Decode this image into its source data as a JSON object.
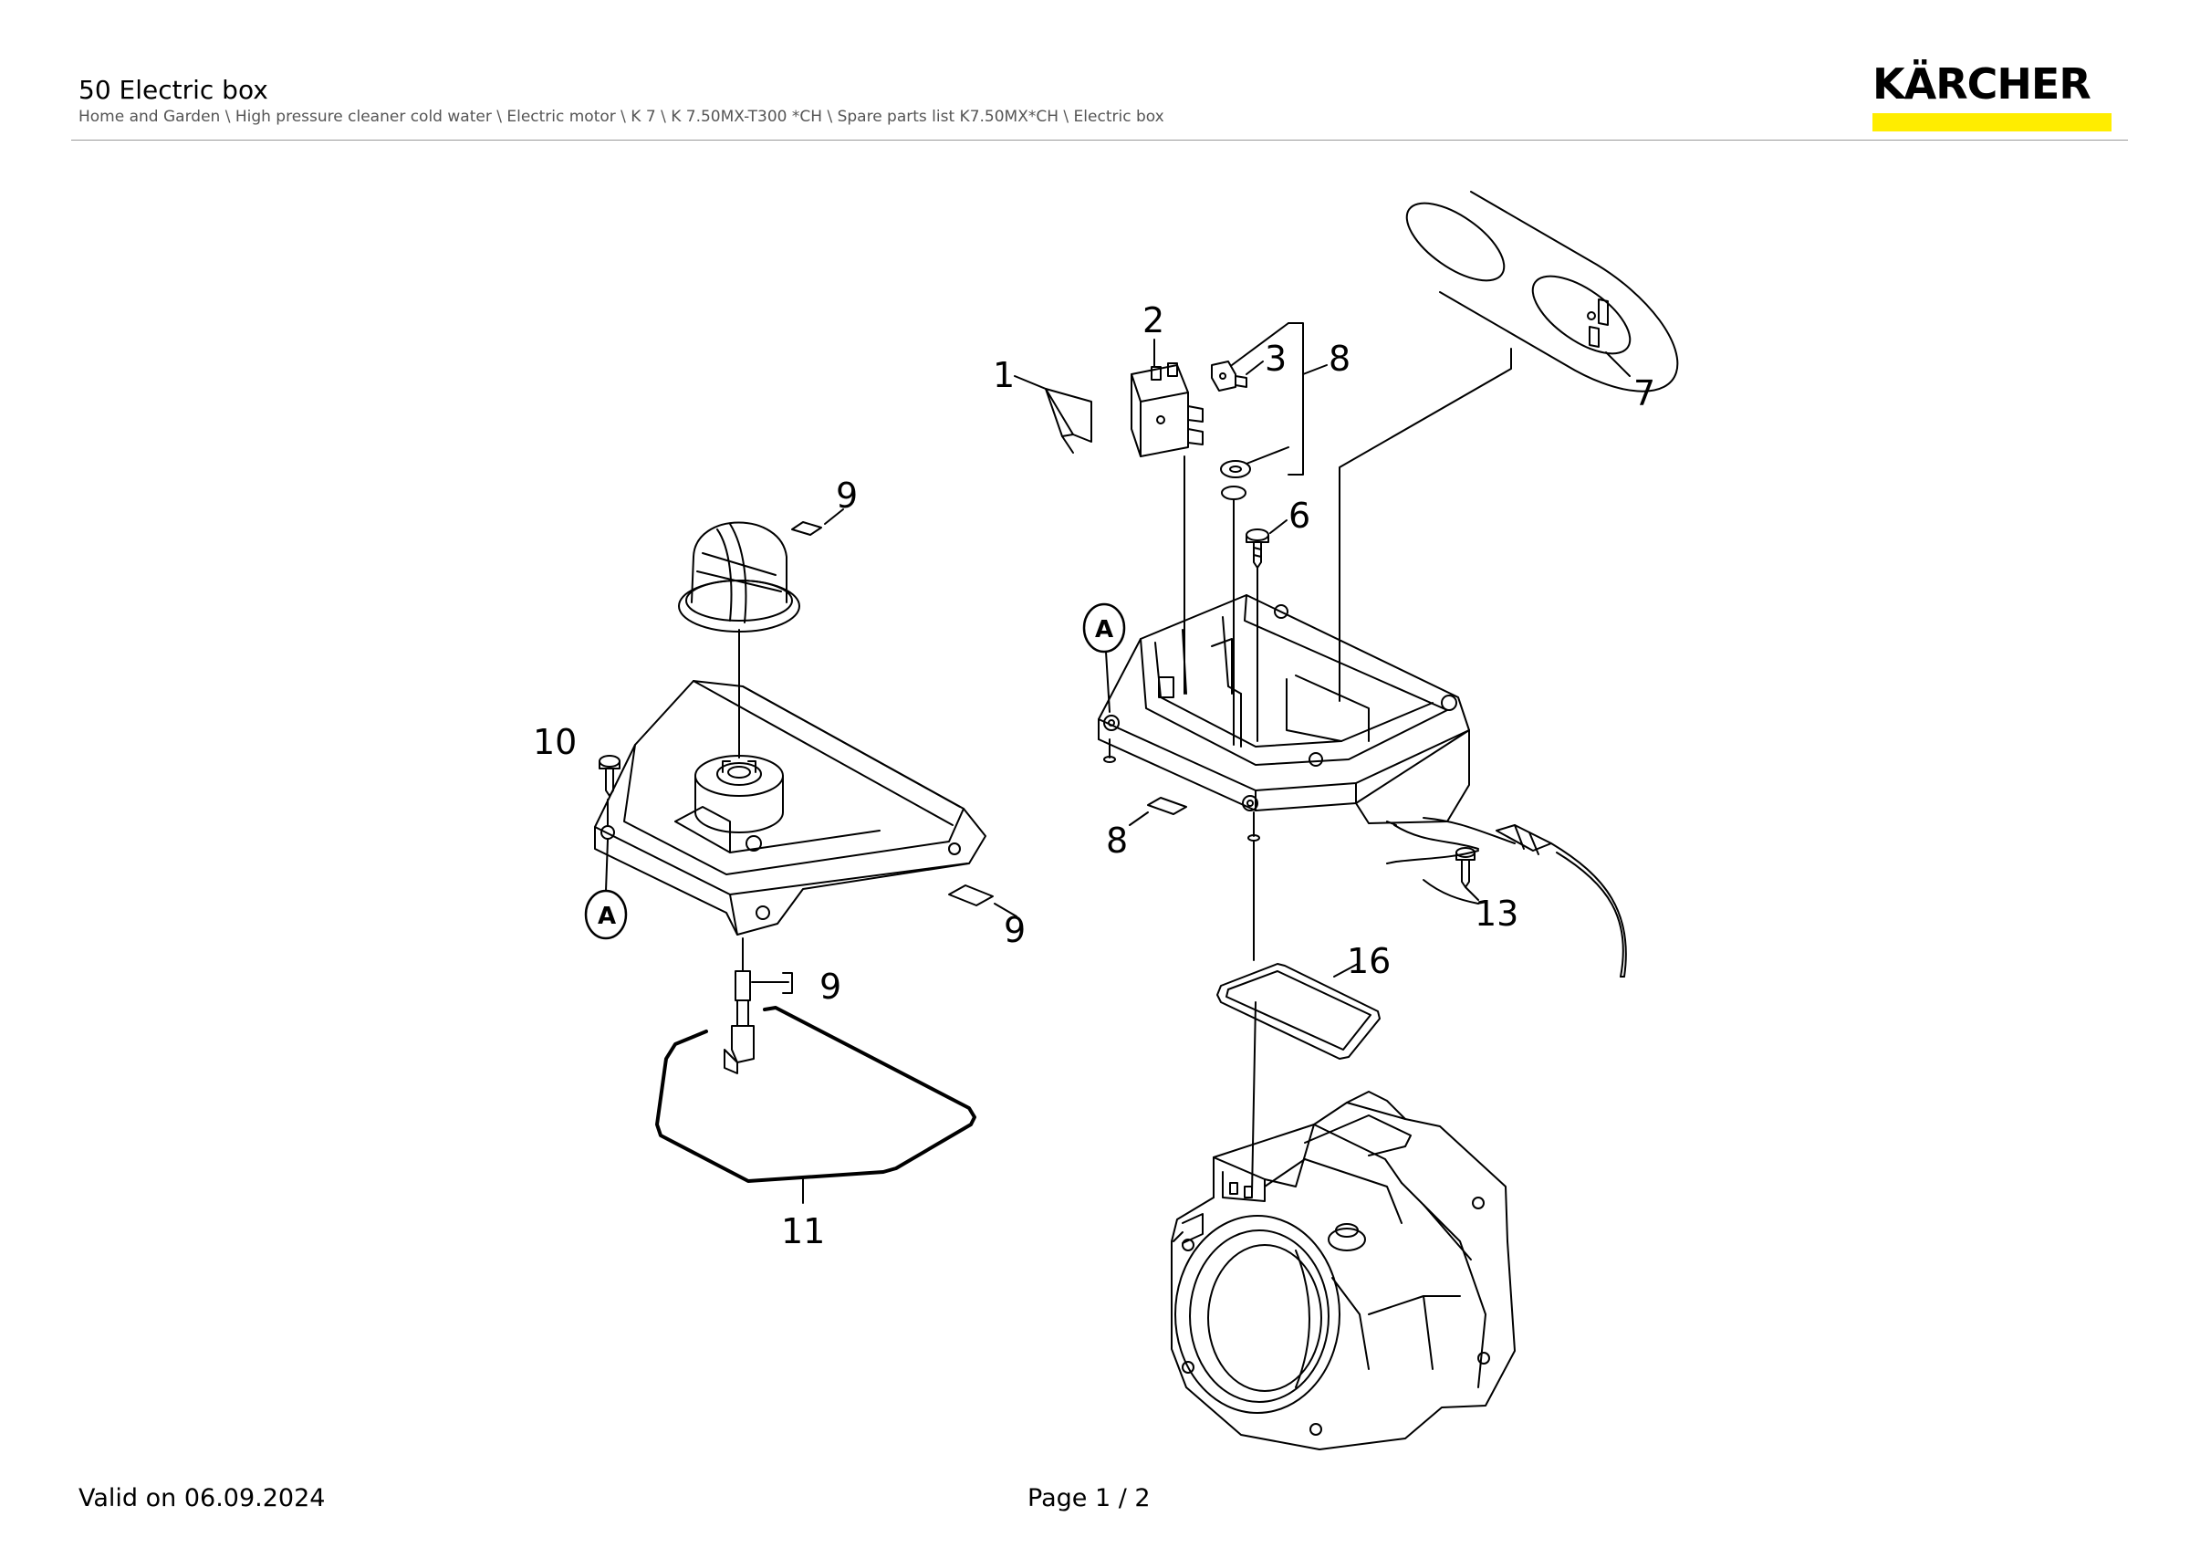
{
  "header": {
    "title": "50 Electric box",
    "breadcrumb": "Home and Garden \\ High pressure cleaner cold water \\ Electric motor \\ K 7 \\ K 7.50MX-T300 *CH \\ Spare parts list K7.50MX*CH \\ Electric box",
    "logo": "KÄRCHER"
  },
  "colors": {
    "brand_yellow": "#ffed00",
    "line": "#000000"
  },
  "callouts": {
    "c1": "1",
    "c2": "2",
    "c3": "3",
    "c6": "6",
    "c7": "7",
    "c8a": "8",
    "c8b": "8",
    "c9a": "9",
    "c9b": "9",
    "c9c": "9",
    "c10": "10",
    "c11": "11",
    "c13": "13",
    "c16": "16",
    "ref_a1": "A",
    "ref_a2": "A"
  },
  "footer": {
    "valid": "Valid on 06.09.2024",
    "page": "Page 1 / 2"
  }
}
